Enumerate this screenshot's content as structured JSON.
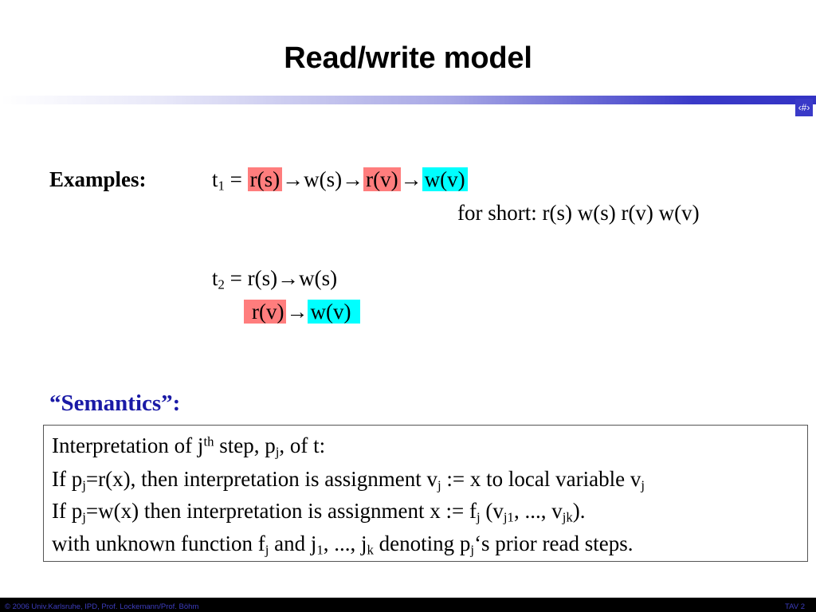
{
  "slide": {
    "title": "Read/write model",
    "slide_number": "‹#›"
  },
  "examples": {
    "label": "Examples:",
    "t1_prefix": "t",
    "t1_sub": "1",
    "equals": "=",
    "arrow": "→",
    "r_s": "r(s)",
    "w_s": "w(s)",
    "r_v": "r(v)",
    "w_v": "w(v)",
    "short_form": "for short: r(s) w(s) r(v) w(v)",
    "t2_prefix": "t",
    "t2_sub": "2"
  },
  "semantics": {
    "heading": "“Semantics”:",
    "line1_a": "Interpretation of j",
    "line1_sup": "th",
    "line1_b": " step, p",
    "line1_sub": "j",
    "line1_c": ", of t:",
    "line2_a": "If p",
    "line2_sub1": "j",
    "line2_b": "=r(x), then interpretation is assignment v",
    "line2_sub2": "j",
    "line2_c": " := x to local variable v",
    "line2_sub3": "j",
    "line3_a": "If p",
    "line3_sub1": "j",
    "line3_b": "=w(x) then interpretation is assignment x := f",
    "line3_sub2": "j",
    "line3_c": " (v",
    "line3_sub3": "j1",
    "line3_d": ", ..., v",
    "line3_sub4": "jk",
    "line3_e": ").",
    "line4_a": "with unknown function f",
    "line4_sub1": "j",
    "line4_b": " and j",
    "line4_sub2": "1",
    "line4_c": ", ..., j",
    "line4_sub3": "k",
    "line4_d": " denoting p",
    "line4_sub4": "j",
    "line4_e": "‘s prior read steps."
  },
  "footer": {
    "copyright": "© 2006 Univ.Karlsruhe, IPD, Prof. Lockemann/Prof. Böhm",
    "page": "TAV 2"
  },
  "colors": {
    "accent": "#3a3ac8",
    "read_highlight": "#ff7d7d",
    "write_highlight": "#00ffff",
    "semantics_heading": "#1a1aa6"
  }
}
